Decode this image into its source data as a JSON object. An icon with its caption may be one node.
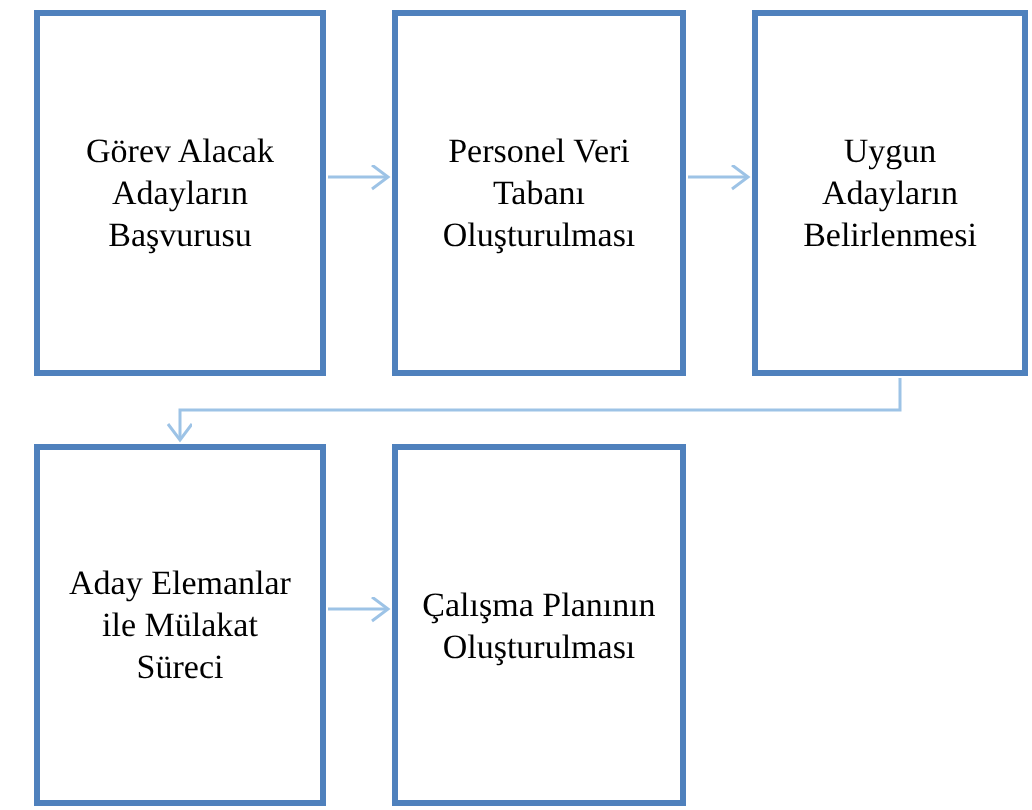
{
  "diagram": {
    "nodes": [
      {
        "text": [
          "Görev Alacak Adayların Başvurusu"
        ]
      },
      {
        "text": [
          "Personel Veri Tabanı Oluşturulması"
        ]
      },
      {
        "text": [
          "Uygun Adayların Belirlenmesi"
        ]
      },
      {
        "text": [
          "Aday Elemanlar ile Mülakat Süreci"
        ]
      },
      {
        "text": [
          "Çalışma Planının Oluşturulması"
        ]
      }
    ],
    "edges": [
      {
        "from": 0,
        "to": 1,
        "arrow": "to"
      },
      {
        "from": 1,
        "to": 2,
        "arrow": "to"
      },
      {
        "from": 2,
        "to": 3,
        "arrow": "to"
      },
      {
        "from": 3,
        "to": 4,
        "arrow": "to"
      }
    ]
  }
}
